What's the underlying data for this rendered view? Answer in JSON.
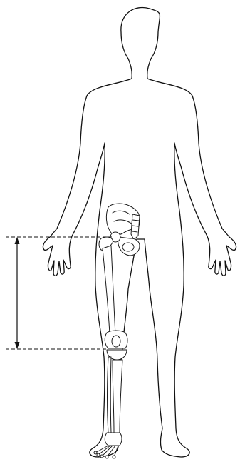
{
  "figure": {
    "subject": "human-body-front-outline-with-leg-skeleton",
    "stroke_color": "#111111",
    "background_color": "#ffffff",
    "measurement": {
      "type": "vertical-length",
      "from": "greater-trochanter-level",
      "to": "knee-joint-level",
      "marker": "double-arrow-with-dashed-guides"
    }
  }
}
